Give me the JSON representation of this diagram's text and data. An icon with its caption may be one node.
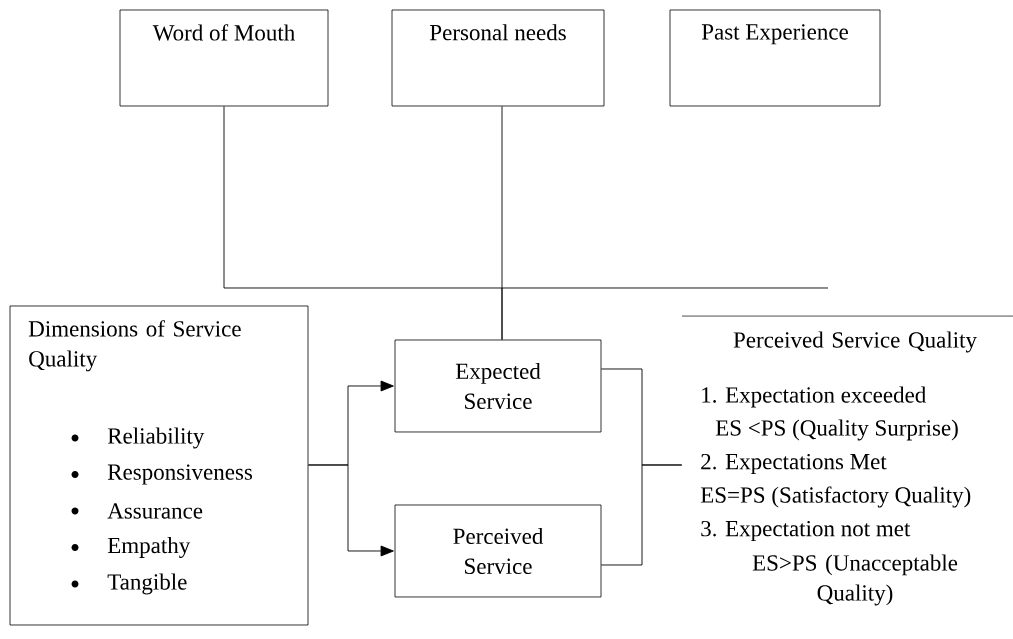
{
  "diagram": {
    "nodes": [
      {
        "text": [
          "Word of Mouth"
        ]
      },
      {
        "text": [
          "Personal needs"
        ]
      },
      {
        "text": [
          "Past Experience"
        ]
      },
      {
        "text": [
          "Dimensions of Service Quality",
          "Reliability",
          "Responsiveness",
          "Assurance",
          "Empathy",
          "Tangible"
        ]
      },
      {
        "text": [
          "Expected Service"
        ]
      },
      {
        "text": [
          "Perceived Service"
        ]
      },
      {
        "text": [
          "Perceived Service Quality",
          "1. Expectation exceeded",
          "ES <PS (Quality Surprise)",
          "2. Expectations Met",
          "ES=PS (Satisfactory Quality)",
          "3. Expectation not met",
          "ES>PS (Unacceptable Quality)"
        ]
      }
    ],
    "edges": [
      {
        "from": 0,
        "to": 4,
        "arrow": "none"
      },
      {
        "from": 1,
        "to": 4,
        "arrow": "none"
      },
      {
        "from": 3,
        "to": 4,
        "arrow": "to"
      },
      {
        "from": 3,
        "to": 5,
        "arrow": "to"
      },
      {
        "from": 4,
        "to": 6,
        "arrow": "none"
      },
      {
        "from": 5,
        "to": 6,
        "arrow": "none"
      }
    ]
  }
}
